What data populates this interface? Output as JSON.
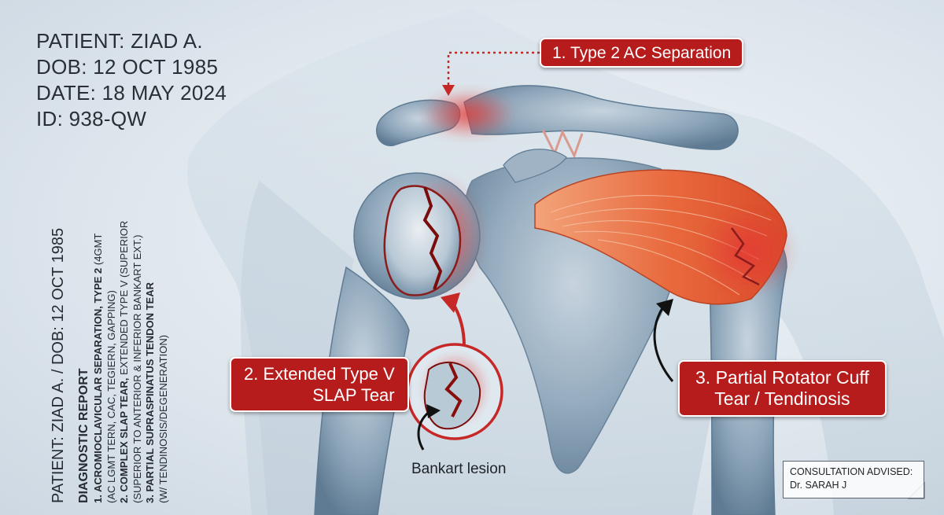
{
  "patient": {
    "name_line": "PATIENT: ZIAD A.",
    "dob_line": "DOB: 12 OCT 1985",
    "date_line": "DATE: 18 MAY 2024",
    "id_line": "ID: 938-QW"
  },
  "side_label": {
    "patient_line": "PATIENT: ZIAD A. / DOB: 12 OCT 1985",
    "report_title": "DIAGNOSTIC REPORT",
    "finding1_head": "1. ACROMIOCLAVICULAR SEPARATION, TYPE 2",
    "finding1_tail": " (4GMT",
    "finding1_detail": "(AC LGMT TERN, CAC, TEGIERN, GAPPING)",
    "finding2_head": "2. COMPLEX SLAP TEAR,",
    "finding2_tail": " EXTENDED TYPE V (SUPERIOR",
    "finding2_detail": "(SUPERIOR TO ANTERIOR & INFERIOR BANKART EXT.)",
    "finding3_head": "3. PARTIAL SUPRASPINATUS TENDON TEAR",
    "finding3_detail": "(W/ TENDINOSIS/DEGENERATION)"
  },
  "callouts": {
    "ac": "1. Type 2 AC Separation",
    "slap_line1": "2. Extended Type V",
    "slap_line2": "SLAP Tear",
    "cuff_line1": "3.  Partial Rotator Cuff",
    "cuff_line2": "Tear / Tendinosis"
  },
  "bankart_label": "Bankart lesion",
  "consult": {
    "line1": "CONSULTATION ADVISED:",
    "line2": "Dr. SARAH J"
  },
  "colors": {
    "callout_red": "#b71c1c",
    "bone": "#7f9ab0",
    "muscle": "#e2572f",
    "inflammation": "#e53935"
  }
}
